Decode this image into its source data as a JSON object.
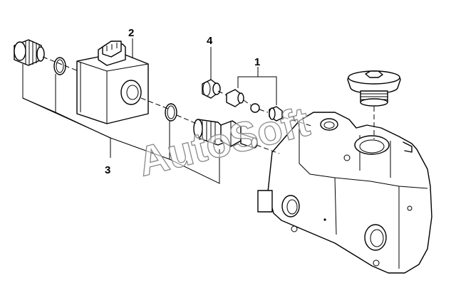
{
  "callouts": {
    "item1": "1",
    "item2": "2",
    "item3": "3",
    "item4": "4"
  },
  "watermark": "AutoSoft"
}
